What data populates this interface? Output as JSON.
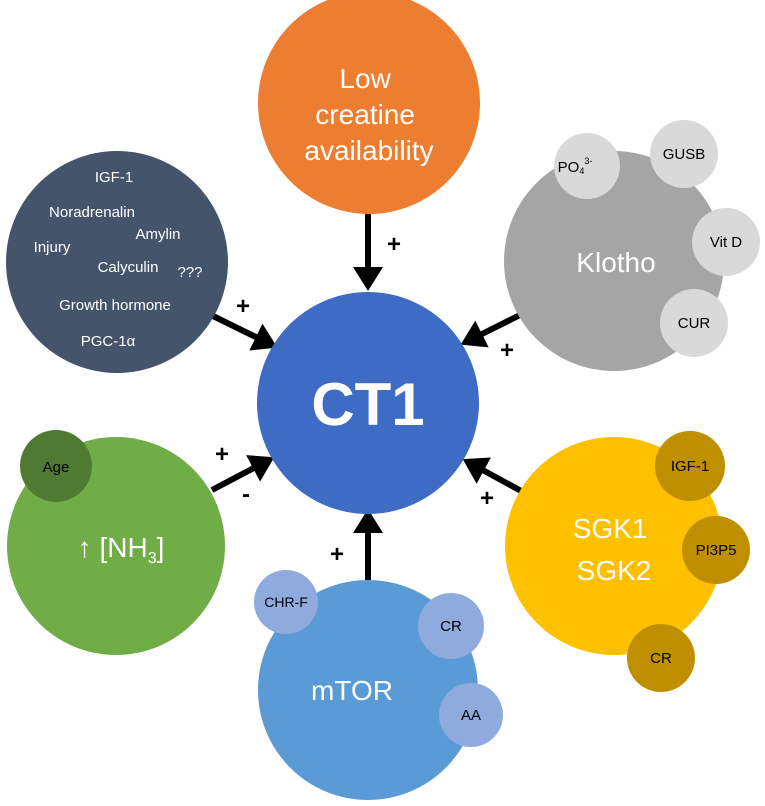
{
  "center": {
    "label": "CT1",
    "color": "#3e6cc4"
  },
  "creatine": {
    "lines": [
      "Low",
      "creatine",
      "availability"
    ],
    "color": "#ed7d31",
    "sign": "+"
  },
  "factors": {
    "items": [
      "IGF-1",
      "Noradrenalin",
      "Amylin",
      "Injury",
      "Calyculin",
      "???",
      "Growth hormone",
      "PGC-1α"
    ],
    "color": "#44546a",
    "sign": "+"
  },
  "klotho": {
    "label": "Klotho",
    "color": "#a5a5a5",
    "satellite_color": "#d9d9d9",
    "satellites": {
      "po4": "PO",
      "po4_sub": "4",
      "po4_sup": "3-",
      "gusb": "GUSB",
      "vitd": "Vit D",
      "cur": "CUR"
    },
    "sign": "+"
  },
  "nh3": {
    "arrow": "↑",
    "bracket_open": "[NH",
    "sub": "3",
    "bracket_close": "]",
    "color": "#70ad47",
    "age": {
      "label": "Age",
      "color": "#4e7a32"
    },
    "sign_plus": "+",
    "sign_minus": "-"
  },
  "mtor": {
    "label": "mTOR",
    "color": "#5b9bd5",
    "satellite_color": "#8faadc",
    "satellites": {
      "chrf": "CHR-F",
      "cr": "CR",
      "aa": "AA"
    },
    "sign": "+"
  },
  "sgk": {
    "line1": "SGK1",
    "line2": "SGK2",
    "color": "#ffc000",
    "satellite_color": "#bf8f00",
    "satellites": {
      "igf": "IGF-1",
      "pi3p5": "PI3P5",
      "cr": "CR"
    },
    "sign": "+"
  }
}
